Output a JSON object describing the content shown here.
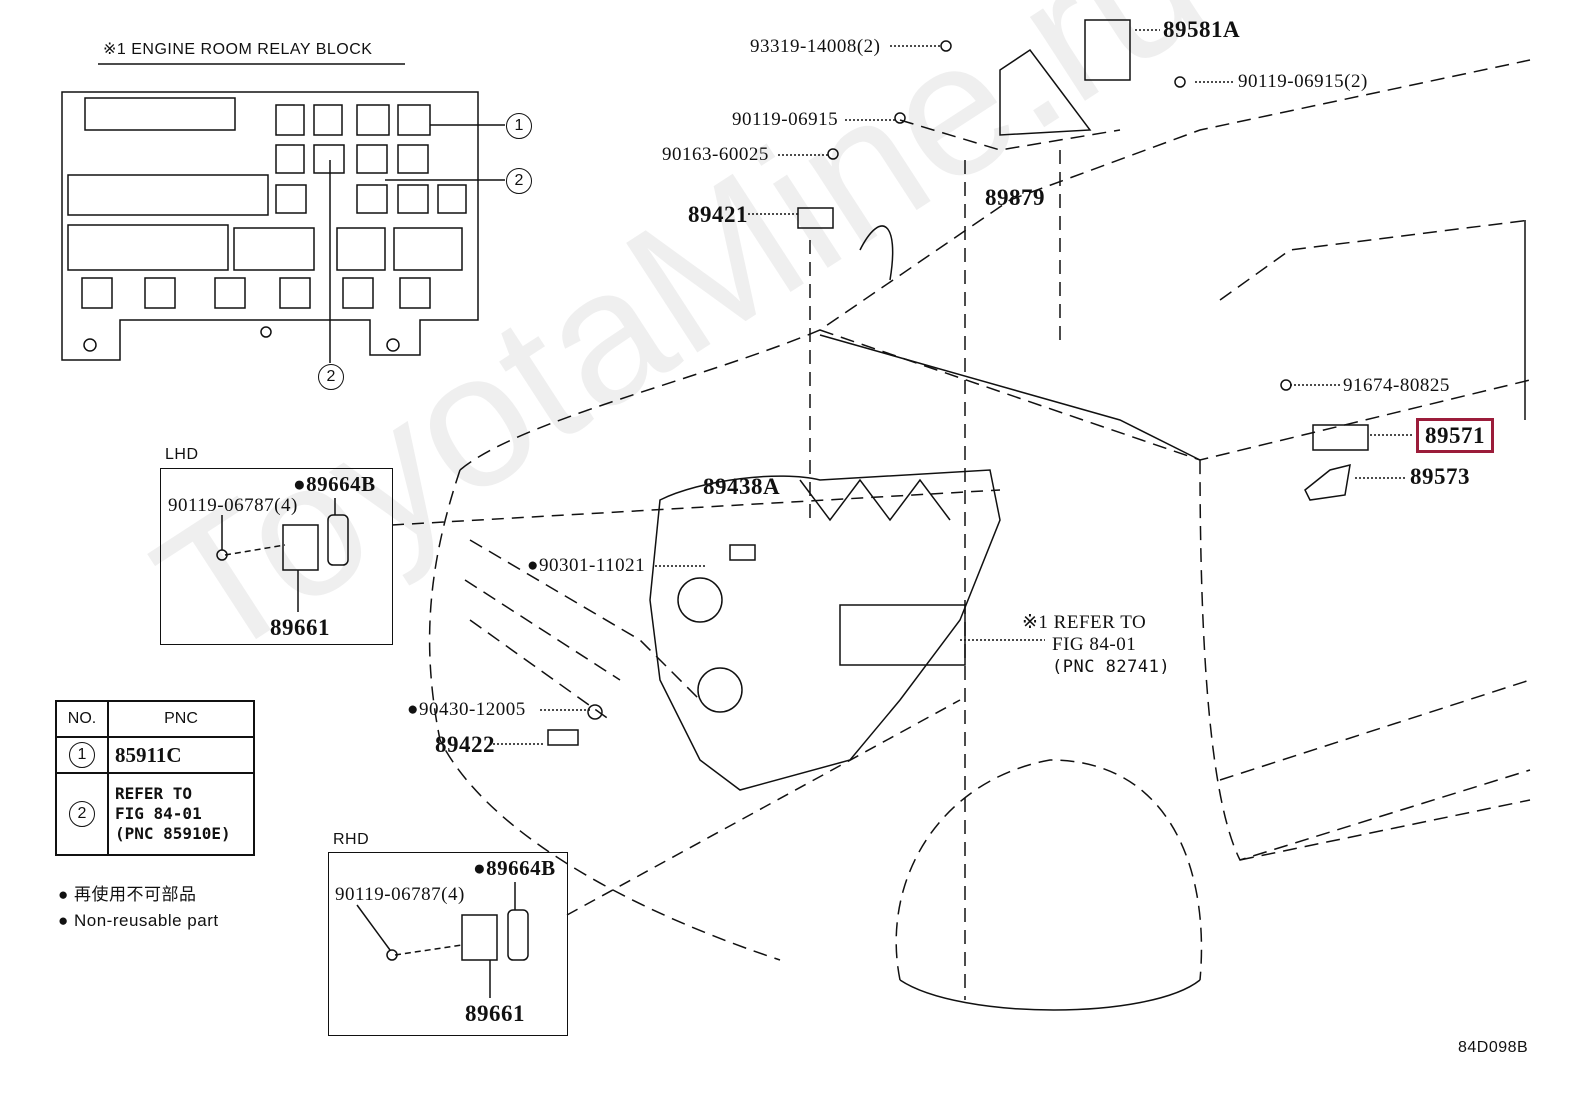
{
  "watermark": "ToyotaMine.ru",
  "relay_block": {
    "title": "※1  ENGINE ROOM RELAY BLOCK",
    "callouts": [
      "1",
      "2",
      "2"
    ]
  },
  "parts": {
    "p93319": "93319-14008(2)",
    "p89581A": "89581A",
    "p90119_06915_2": "90119-06915(2)",
    "p90119_06915": "90119-06915",
    "p90163": "90163-60025",
    "p89879": "89879",
    "p89421": "89421",
    "p91674": "91674-80825",
    "p89571": "89571",
    "p89573": "89573",
    "p89438A": "89438A",
    "p90301": "●90301-11021",
    "p90430": "●90430-12005",
    "p89422": "89422"
  },
  "refer_note": {
    "mark": "※1",
    "line1": "REFER TO",
    "line2": "FIG 84-01",
    "line3": "(PNC 82741)"
  },
  "highlight_color": "#9b1c3a",
  "lhd": {
    "title": "LHD",
    "p89664B": "●89664B",
    "p90119": "90119-06787(4)",
    "p89661": "89661"
  },
  "rhd": {
    "title": "RHD",
    "p89664B": "●89664B",
    "p90119": "90119-06787(4)",
    "p89661": "89661"
  },
  "pnc_table": {
    "headers": [
      "NO.",
      "PNC"
    ],
    "rows": [
      {
        "no": "1",
        "pnc": "85911C"
      },
      {
        "no": "2",
        "pnc_line1": "REFER TO",
        "pnc_line2": "FIG 84-01",
        "pnc_line3": "(PNC 85910E)"
      }
    ]
  },
  "legend": {
    "jp": "再使用不可部品",
    "en": "Non-reusable part"
  },
  "figure_id": "84D098B"
}
